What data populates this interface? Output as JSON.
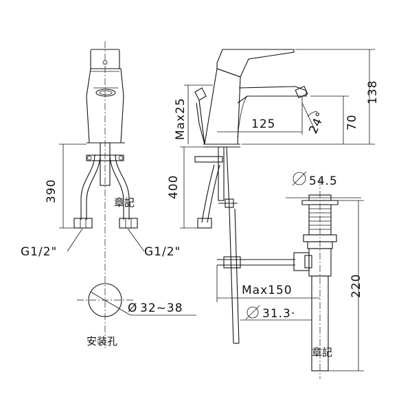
{
  "dimensions": {
    "d390": "390",
    "d400": "400",
    "max25": "Max25",
    "d125": "125",
    "d24": "24°",
    "d70": "70",
    "d138": "138",
    "d54_5": "54.5",
    "d220": "220",
    "max150": "Max150",
    "d31_3": "31.3·",
    "d32_38": "32~38"
  },
  "labels": {
    "thread_left": "G1/2\"",
    "thread_right": "G1/2\"",
    "stamp_1": "章記",
    "stamp_2": "章記",
    "mounting_hole": "安装孔"
  },
  "symbols": {
    "diameter_symbol": "Ø"
  }
}
